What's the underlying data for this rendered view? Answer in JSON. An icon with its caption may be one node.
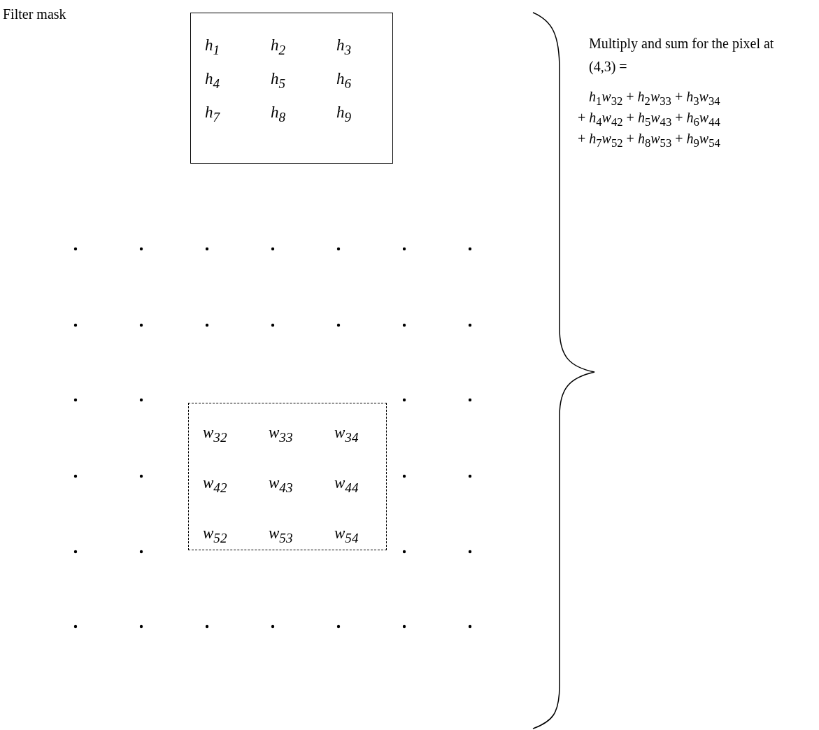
{
  "diagram": {
    "nodes": [
      {
        "text": [
          "h$_{1}$",
          "h$_{2}$",
          "h$_{3}$",
          "h$_{4}$",
          "h$_{5}$",
          "h$_{6}$",
          "h$_{7}$",
          "h$_{8}$",
          "h$_{9}$"
        ]
      },
      {
        "text": [
          "w$_{32}$",
          "w$_{33}$",
          "w$_{34}$",
          "w$_{42}$",
          "w$_{43}$",
          "w$_{44}$",
          "w$_{52}$",
          "w$_{53}$",
          "w$_{54}$"
        ]
      }
    ],
    "edges": [],
    "labels": [
      "Filter mask",
      "Multiply and sum for the pixel at (4,3) =",
      "*h*$_{1}$*w*$_{32}$ + *h*$_{2}$*w*$_{33}$ + *h*$_{3}$*w*$_{34}$",
      "+ *h*$_{4}$*w*$_{42}$ + *h*$_{5}$*w*$_{43}$ + *h*$_{6}$*w*$_{44}$",
      "+ *h*$_{7}$*w*$_{52}$ + *h*$_{8}$*w*$_{53}$ + *h*$_{9}$*w*$_{54}$"
    ]
  }
}
